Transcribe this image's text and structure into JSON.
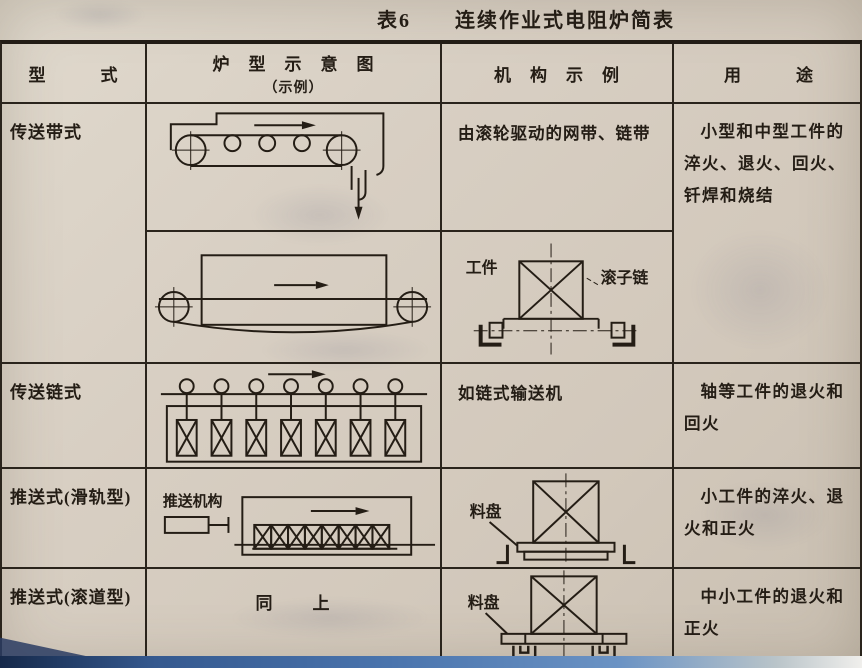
{
  "doc": {
    "title": "表6　　连续作业式电阻炉简表"
  },
  "table": {
    "headers": {
      "type": "型　　　式",
      "schematic": "炉　型　示　意　图",
      "schematic_sub": "（示例）",
      "mechanism": "机　构　示　例",
      "usage": "用　　　途"
    },
    "rows": [
      {
        "type": "传送带式",
        "mechanism_text": "由滚轮驱动的网带、链带",
        "usage": "小型和中型工件的淬火、退火、回火、钎焊和烧结",
        "labels": {
          "workpiece": "工件",
          "roller_chain": "滚子链"
        }
      },
      {
        "type": "传送链式",
        "mechanism_text": "如链式输送机",
        "usage": "轴等工件的退火和回火"
      },
      {
        "type": "推送式(滑轨型)",
        "schematic_label": "推送机构",
        "mech_label": "料盘",
        "usage": "小工件的淬火、退火和正火"
      },
      {
        "type": "推送式(滚道型)",
        "schematic_text": "同　　上",
        "mech_label": "料盘",
        "usage": "中小工件的退火和正火"
      }
    ]
  },
  "colors": {
    "paper": "#d6cdc1",
    "ink": "#241d15",
    "photo_edge_blue": "#3c64a4"
  }
}
